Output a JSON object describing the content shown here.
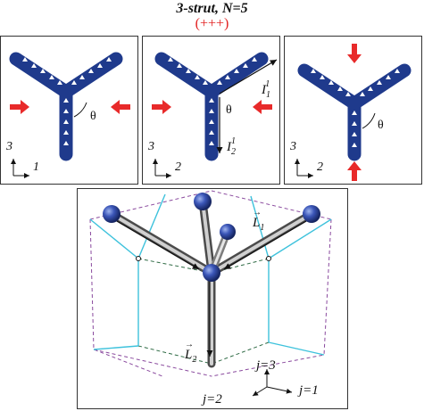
{
  "header": {
    "title": "3-strut, N=5",
    "subtitle": "(+++)"
  },
  "panels": [
    {
      "axis_v": "3",
      "axis_h": "1",
      "angle": "θ"
    },
    {
      "axis_v": "3",
      "axis_h": "2",
      "angle": "θ",
      "vec_a": "I",
      "vec_a_sub": "1",
      "vec_a_sup": "1",
      "vec_b": "I",
      "vec_b_sub": "2",
      "vec_b_sup": "1"
    },
    {
      "axis_v": "3",
      "axis_h": "2",
      "angle": "θ"
    }
  ],
  "diagram3d": {
    "l1": "L",
    "l1_sub": "1",
    "l2": "L",
    "l2_sub": "2",
    "j3": "j=3",
    "j2": "j=2",
    "j1": "j=1"
  },
  "colors": {
    "strut": "#1f3a8c",
    "force_arrow": "#e82a2a",
    "cyan_frame": "#3ec2dc",
    "purple_frame": "#8a4a9e",
    "green_frame": "#2f6b45"
  }
}
